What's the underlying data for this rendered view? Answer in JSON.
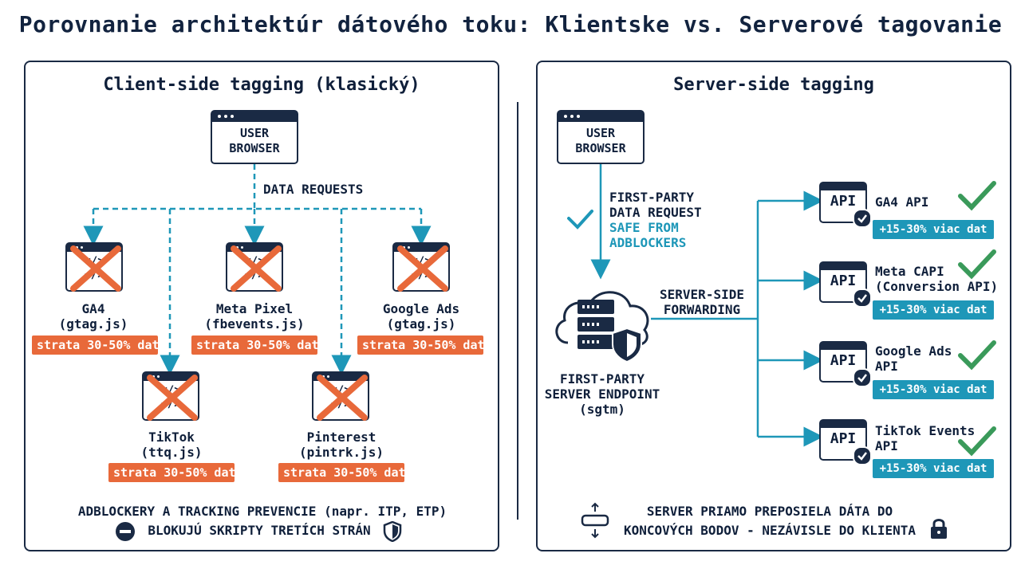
{
  "title": "Porovnanie architektúr dátového toku: Klientske vs. Serverové tagovanie",
  "left": {
    "heading": "Client-side tagging (klasický)",
    "browser_line1": "USER",
    "browser_line2": "BROWSER",
    "edge_label": "DATA REQUESTS",
    "code_glyph": "</>",
    "scripts": [
      {
        "name": "GA4",
        "file": "(gtag.js)",
        "loss": "strata 30-50% dat"
      },
      {
        "name": "Meta Pixel",
        "file": "(fbevents.js)",
        "loss": "strata 30-50% dat"
      },
      {
        "name": "Google Ads",
        "file": "(gtag.js)",
        "loss": "strata 30-50% dat"
      },
      {
        "name": "TikTok",
        "file": "(ttq.js)",
        "loss": "strata 30-50% dat"
      },
      {
        "name": "Pinterest",
        "file": "(pintrk.js)",
        "loss": "strata 30-50% dat"
      }
    ],
    "footer_line1": "ADBLOCKERY A TRACKING PREVENCIE (napr. ITP, ETP)",
    "footer_line2": "BLOKUJÚ SKRIPTY TRETÍCH STRÁN"
  },
  "right": {
    "heading": "Server-side tagging",
    "browser_line1": "USER",
    "browser_line2": "BROWSER",
    "request_line1": "FIRST-PARTY",
    "request_line2": "DATA REQUEST",
    "safe_line1": "SAFE FROM",
    "safe_line2": "ADBLOCKERS",
    "server_line1": "FIRST-PARTY",
    "server_line2": "SERVER ENDPOINT",
    "server_line3": "(sgtm)",
    "forward_line1": "SERVER-SIDE",
    "forward_line2": "FORWARDING",
    "api_glyph": "API",
    "apis": [
      {
        "line1": "GA4 API",
        "line2": "",
        "gain": "+15-30% viac dat"
      },
      {
        "line1": "Meta CAPI",
        "line2": "(Conversion API)",
        "gain": "+15-30% viac dat"
      },
      {
        "line1": "Google Ads",
        "line2": "API",
        "gain": "+15-30% viac dat"
      },
      {
        "line1": "TikTok Events",
        "line2": "API",
        "gain": "+15-30% viac dat"
      }
    ],
    "footer_line1": "SERVER PRIAMO PREPOSIELA DÁTA DO",
    "footer_line2": "KONCOVÝCH BODOV - NEZÁVISLE DO KLIENTA"
  },
  "colors": {
    "navy": "#1a2a44",
    "teal": "#1e97b8",
    "orange": "#e8693a",
    "green": "#3a9a5a"
  },
  "icons": [
    "browser-icon",
    "code-icon",
    "blocked-x-icon",
    "cloud-server-icon",
    "shield-icon",
    "api-icon",
    "check-icon",
    "no-entry-icon",
    "lock-icon",
    "pipe-icon"
  ]
}
